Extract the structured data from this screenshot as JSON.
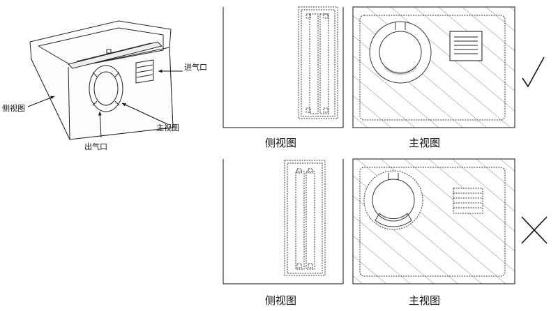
{
  "iso_callouts": {
    "intake": "进气口",
    "side": "侧视图",
    "front": "主视图",
    "outlet": "出气口"
  },
  "rows": [
    {
      "side_caption": "侧视图",
      "front_caption": "主视图",
      "mark": "√"
    },
    {
      "side_caption": "侧视图",
      "front_caption": "主视图",
      "mark": "×"
    }
  ]
}
